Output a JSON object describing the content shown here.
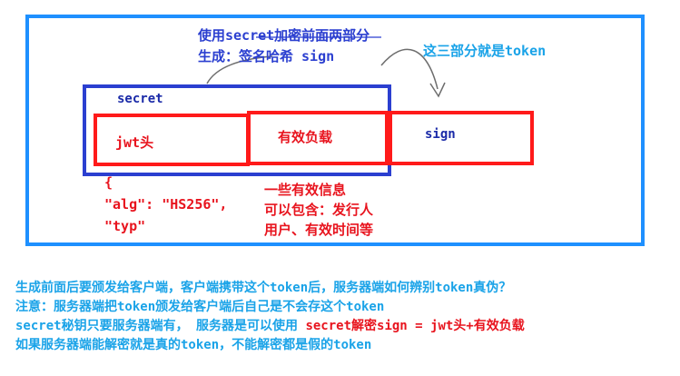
{
  "diagram": {
    "top_note_line1": "使用secret加密前面两部分",
    "top_note_line2": "生成：签名哈希 sign",
    "three_parts_label": "这三部分就是token",
    "secret_label": "secret",
    "jwt_header_label": "jwt头",
    "payload_label": "有效负载",
    "sign_label": "sign",
    "header_json_brace": "{",
    "header_json_alg": "\"alg\": \"HS256\",",
    "header_json_typ": "\"typ\"",
    "payload_desc_line1": "一些有效信息",
    "payload_desc_line2": "可以包含：发行人",
    "payload_desc_line3": "用户、有效时间等"
  },
  "notes": {
    "line1": "生成前面后要颁发给客户端，客户端携带这个token后，服务器端如何辨别token真伪？",
    "line2": "注意：服务器端把token颁发给客户端后自己是不会存这个token",
    "line3_blue": "secret秘钥只要服务器端有， 服务器是可以使用 ",
    "line3_red": "secret解密sign = jwt头+有效负载",
    "line4": "如果服务器端能解密就是真的token，不能解密都是假的token"
  },
  "colors": {
    "frame": "#1e90ff",
    "secret_box": "#2b3fd0",
    "part_boxes": "#ff1a1a",
    "blue_text": "#2b3fd0",
    "cyan_text": "#1aa3e8",
    "red_text": "#e8141e"
  }
}
